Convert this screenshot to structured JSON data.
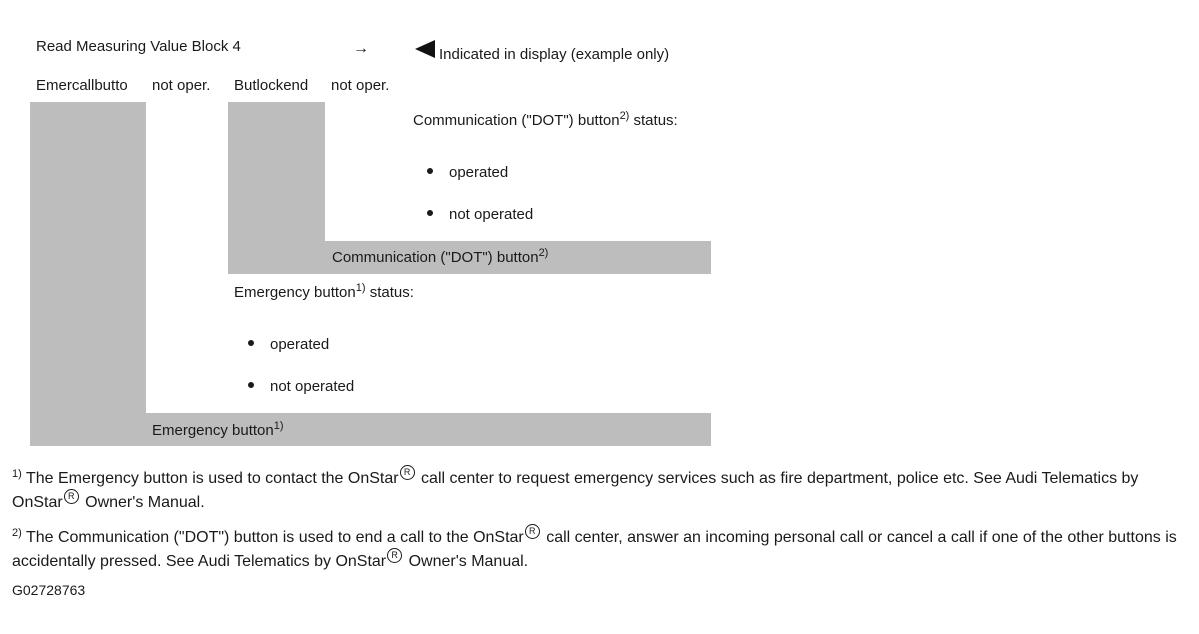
{
  "header": {
    "title": "Read Measuring Value Block 4",
    "arrow": "→",
    "display_note": "Indicated in display (example only)"
  },
  "display_fields": [
    "Emercallbutto",
    "not oper.",
    "Butlockend",
    "not oper."
  ],
  "communication_block": {
    "status_label_pre": "Communication (\"DOT\") button",
    "status_label_sup": "2)",
    "status_label_post": " status:",
    "options": [
      "operated",
      "not operated"
    ],
    "bar_label": "Communication (\"DOT\") button",
    "bar_sup": "2)"
  },
  "emergency_block": {
    "status_label_pre": "Emergency button",
    "status_label_sup": "1)",
    "status_label_post": " status:",
    "options": [
      "operated",
      "not operated"
    ],
    "bar_label": "Emergency button",
    "bar_sup": "1)"
  },
  "footnotes": {
    "note1": {
      "marker": "1)",
      "line1_a": " The Emergency button is used to contact the OnStar",
      "reg": "R",
      "line1_b": " call center to request emergency services such as fire department, police etc.  See Audi Telematics by",
      "line2_a": "OnStar",
      "line2_b": "  Owner's Manual."
    },
    "note2": {
      "marker": "2)",
      "line1_a": " The Communication (\"DOT\") button is used to end a call to the OnStar",
      "line1_b": " call center, answer an incoming personal call or cancel a call if one of the other buttons is",
      "line2_a": "accidentally pressed.  See Audi Telematics by OnStar",
      "line2_b": "  Owner's Manual."
    }
  },
  "figure_id": "G02728763",
  "colors": {
    "bar": "#bdbdbd",
    "text": "#1a1a1a"
  }
}
